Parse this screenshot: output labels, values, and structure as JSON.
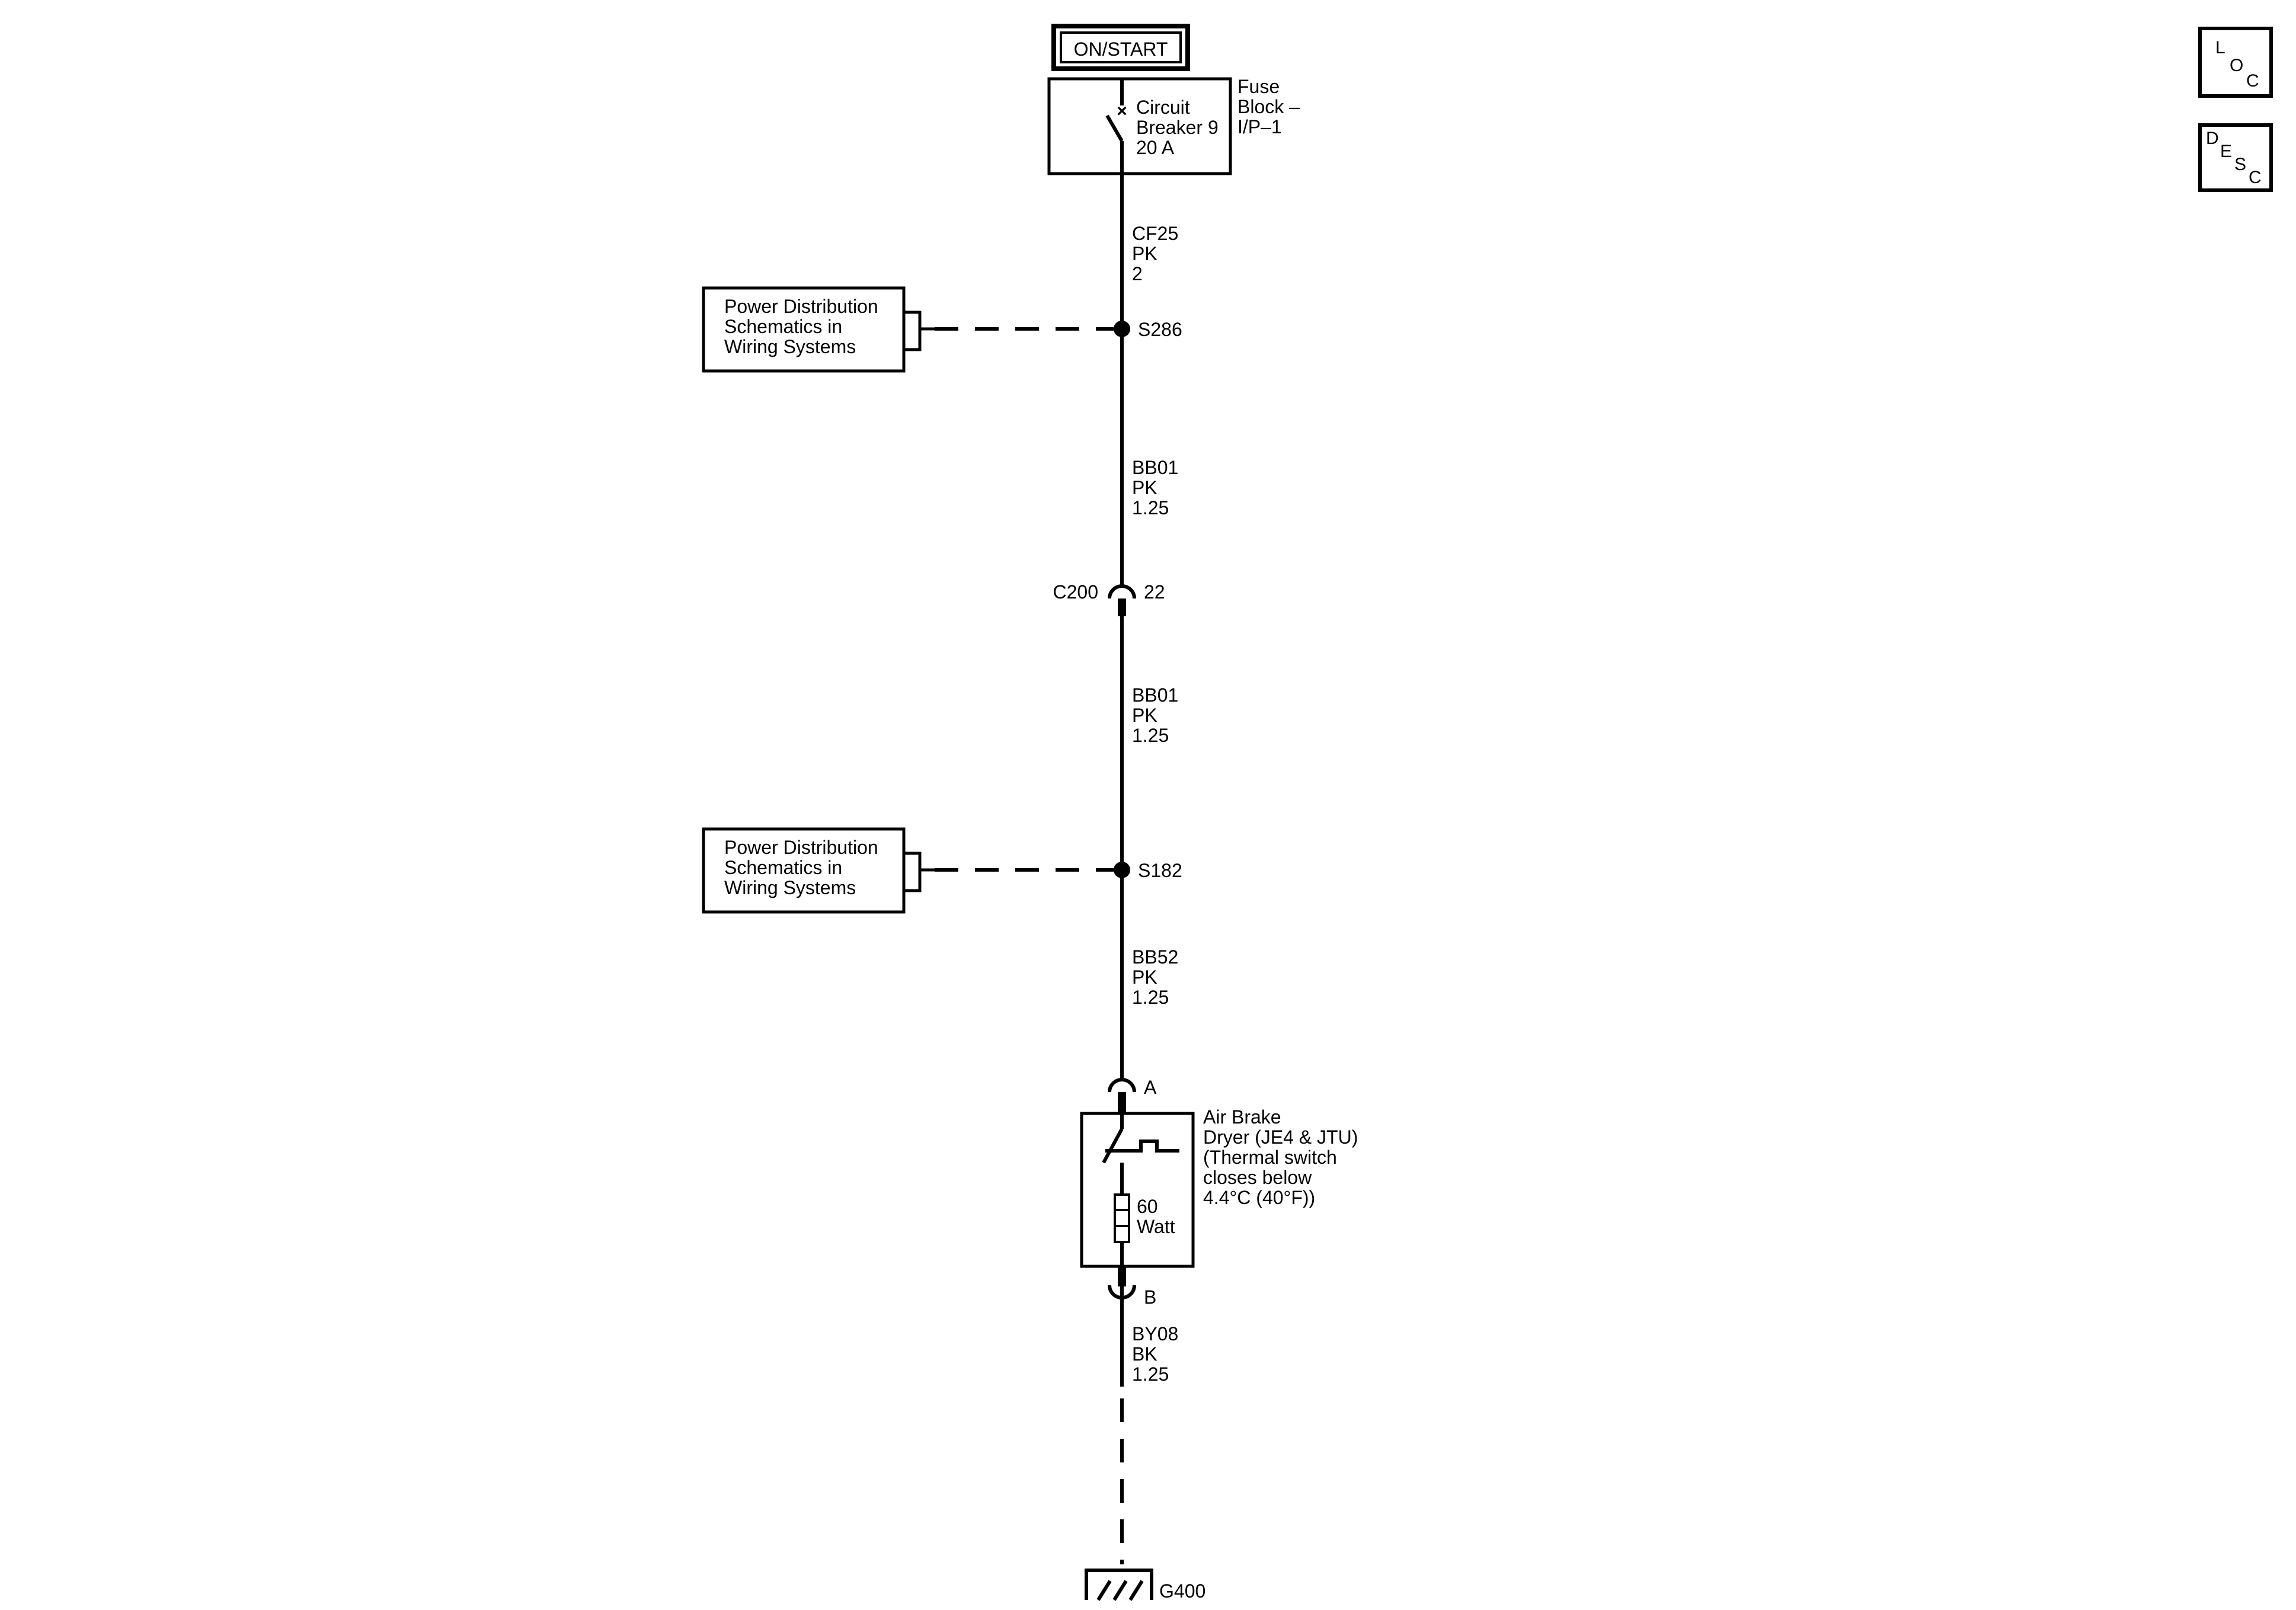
{
  "power_mode": "ON/START",
  "fuse_block": {
    "label_lines": [
      "Fuse",
      "Block –",
      "I/P–1"
    ],
    "breaker_lines": [
      "Circuit",
      "Breaker 9",
      "20 A"
    ]
  },
  "wires": [
    {
      "lines": [
        "CF25",
        "PK",
        "2"
      ]
    },
    {
      "lines": [
        "BB01",
        "PK",
        "1.25"
      ]
    },
    {
      "lines": [
        "BB01",
        "PK",
        "1.25"
      ]
    },
    {
      "lines": [
        "BB52",
        "PK",
        "1.25"
      ]
    },
    {
      "lines": [
        "BY08",
        "BK",
        "1.25"
      ]
    }
  ],
  "splices": [
    {
      "id": "S286",
      "ref_lines": [
        "Power Distribution",
        "Schematics in",
        "Wiring Systems"
      ]
    },
    {
      "id": "S182",
      "ref_lines": [
        "Power Distribution",
        "Schematics in",
        "Wiring Systems"
      ]
    }
  ],
  "connector_c200": {
    "id": "C200",
    "pin": "22"
  },
  "component": {
    "pin_top": "A",
    "pin_bottom": "B",
    "name_lines": [
      "Air Brake",
      "Dryer (JE4 & JTU)",
      "(Thermal switch",
      "closes below",
      "4.4°C (40°F))"
    ],
    "heater_lines": [
      "60",
      "Watt"
    ]
  },
  "ground": {
    "id": "G400"
  },
  "nav_buttons": {
    "loc": [
      "L",
      "O",
      "C"
    ],
    "desc": [
      "D",
      "E",
      "S",
      "C"
    ]
  }
}
